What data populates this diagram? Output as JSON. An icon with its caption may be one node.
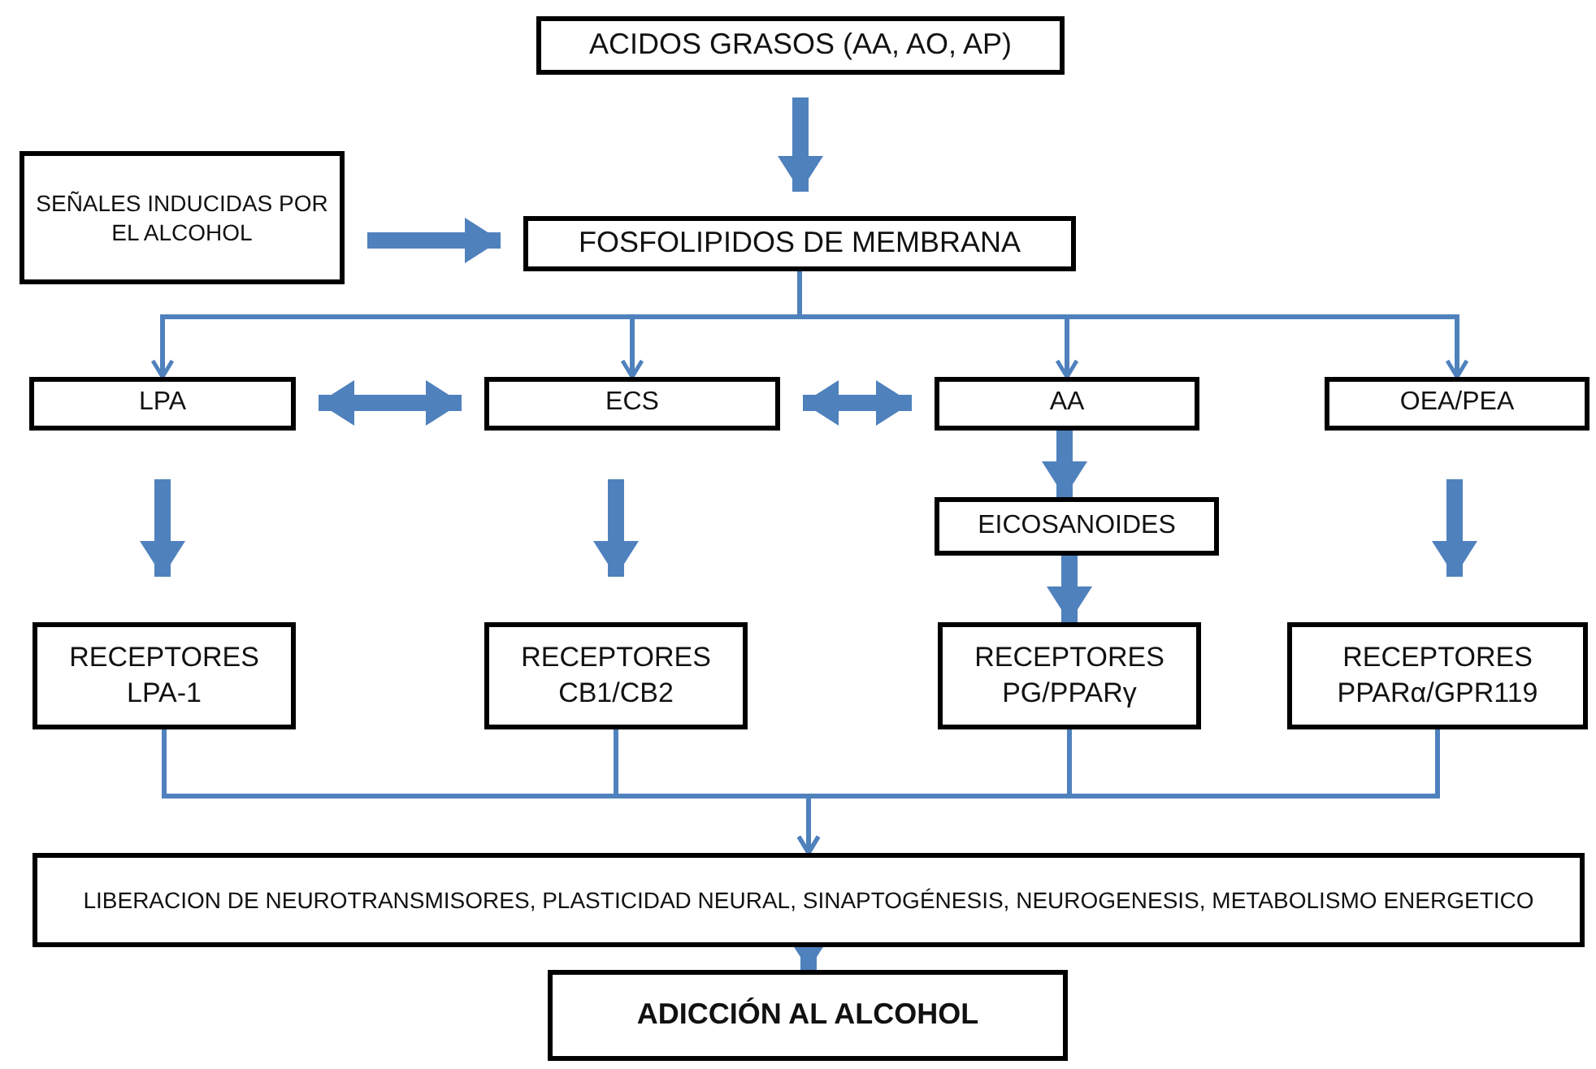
{
  "diagram": {
    "nodes": [
      {
        "text": [
          "ACIDOS GRASOS (AA, AO, AP)"
        ]
      },
      {
        "text": [
          "SEÑALES INDUCIDAS POR EL ALCOHOL"
        ]
      },
      {
        "text": [
          "FOSFOLIPIDOS DE MEMBRANA"
        ]
      },
      {
        "text": [
          "LPA"
        ]
      },
      {
        "text": [
          "ECS"
        ]
      },
      {
        "text": [
          "AA"
        ]
      },
      {
        "text": [
          "OEA/PEA"
        ]
      },
      {
        "text": [
          "EICOSANOIDES"
        ]
      },
      {
        "text": [
          "RECEPTORES LPA-1"
        ]
      },
      {
        "text": [
          "RECEPTORES CB1/CB2"
        ]
      },
      {
        "text": [
          "RECEPTORES PG/PPARγ"
        ]
      },
      {
        "text": [
          "RECEPTORES PPARα/GPR119"
        ]
      },
      {
        "text": [
          "LIBERACION DE NEUROTRANSMISORES, PLASTICIDAD NEURAL, SINAPTOGÉNESIS, NEUROGENESIS, METABOLISMO ENERGETICO"
        ]
      },
      {
        "text": [
          "ADICCIÓN AL ALCOHOL"
        ]
      }
    ],
    "edges": [
      {
        "from": 0,
        "to": 2,
        "arrow": "to"
      },
      {
        "from": 1,
        "to": 2,
        "arrow": "to"
      },
      {
        "from": 2,
        "to": 3,
        "arrow": "to"
      },
      {
        "from": 2,
        "to": 4,
        "arrow": "to"
      },
      {
        "from": 2,
        "to": 5,
        "arrow": "to"
      },
      {
        "from": 2,
        "to": 6,
        "arrow": "to"
      },
      {
        "from": 3,
        "to": 4,
        "arrow": "both"
      },
      {
        "from": 4,
        "to": 5,
        "arrow": "both"
      },
      {
        "from": 5,
        "to": 7,
        "arrow": "to"
      },
      {
        "from": 3,
        "to": 8,
        "arrow": "to"
      },
      {
        "from": 4,
        "to": 9,
        "arrow": "to"
      },
      {
        "from": 7,
        "to": 10,
        "arrow": "to"
      },
      {
        "from": 6,
        "to": 11,
        "arrow": "to"
      },
      {
        "from": 8,
        "to": 12,
        "arrow": "to"
      },
      {
        "from": 9,
        "to": 12,
        "arrow": "to"
      },
      {
        "from": 10,
        "to": 12,
        "arrow": "to"
      },
      {
        "from": 11,
        "to": 12,
        "arrow": "to"
      },
      {
        "from": 12,
        "to": 13,
        "arrow": "to"
      }
    ]
  }
}
